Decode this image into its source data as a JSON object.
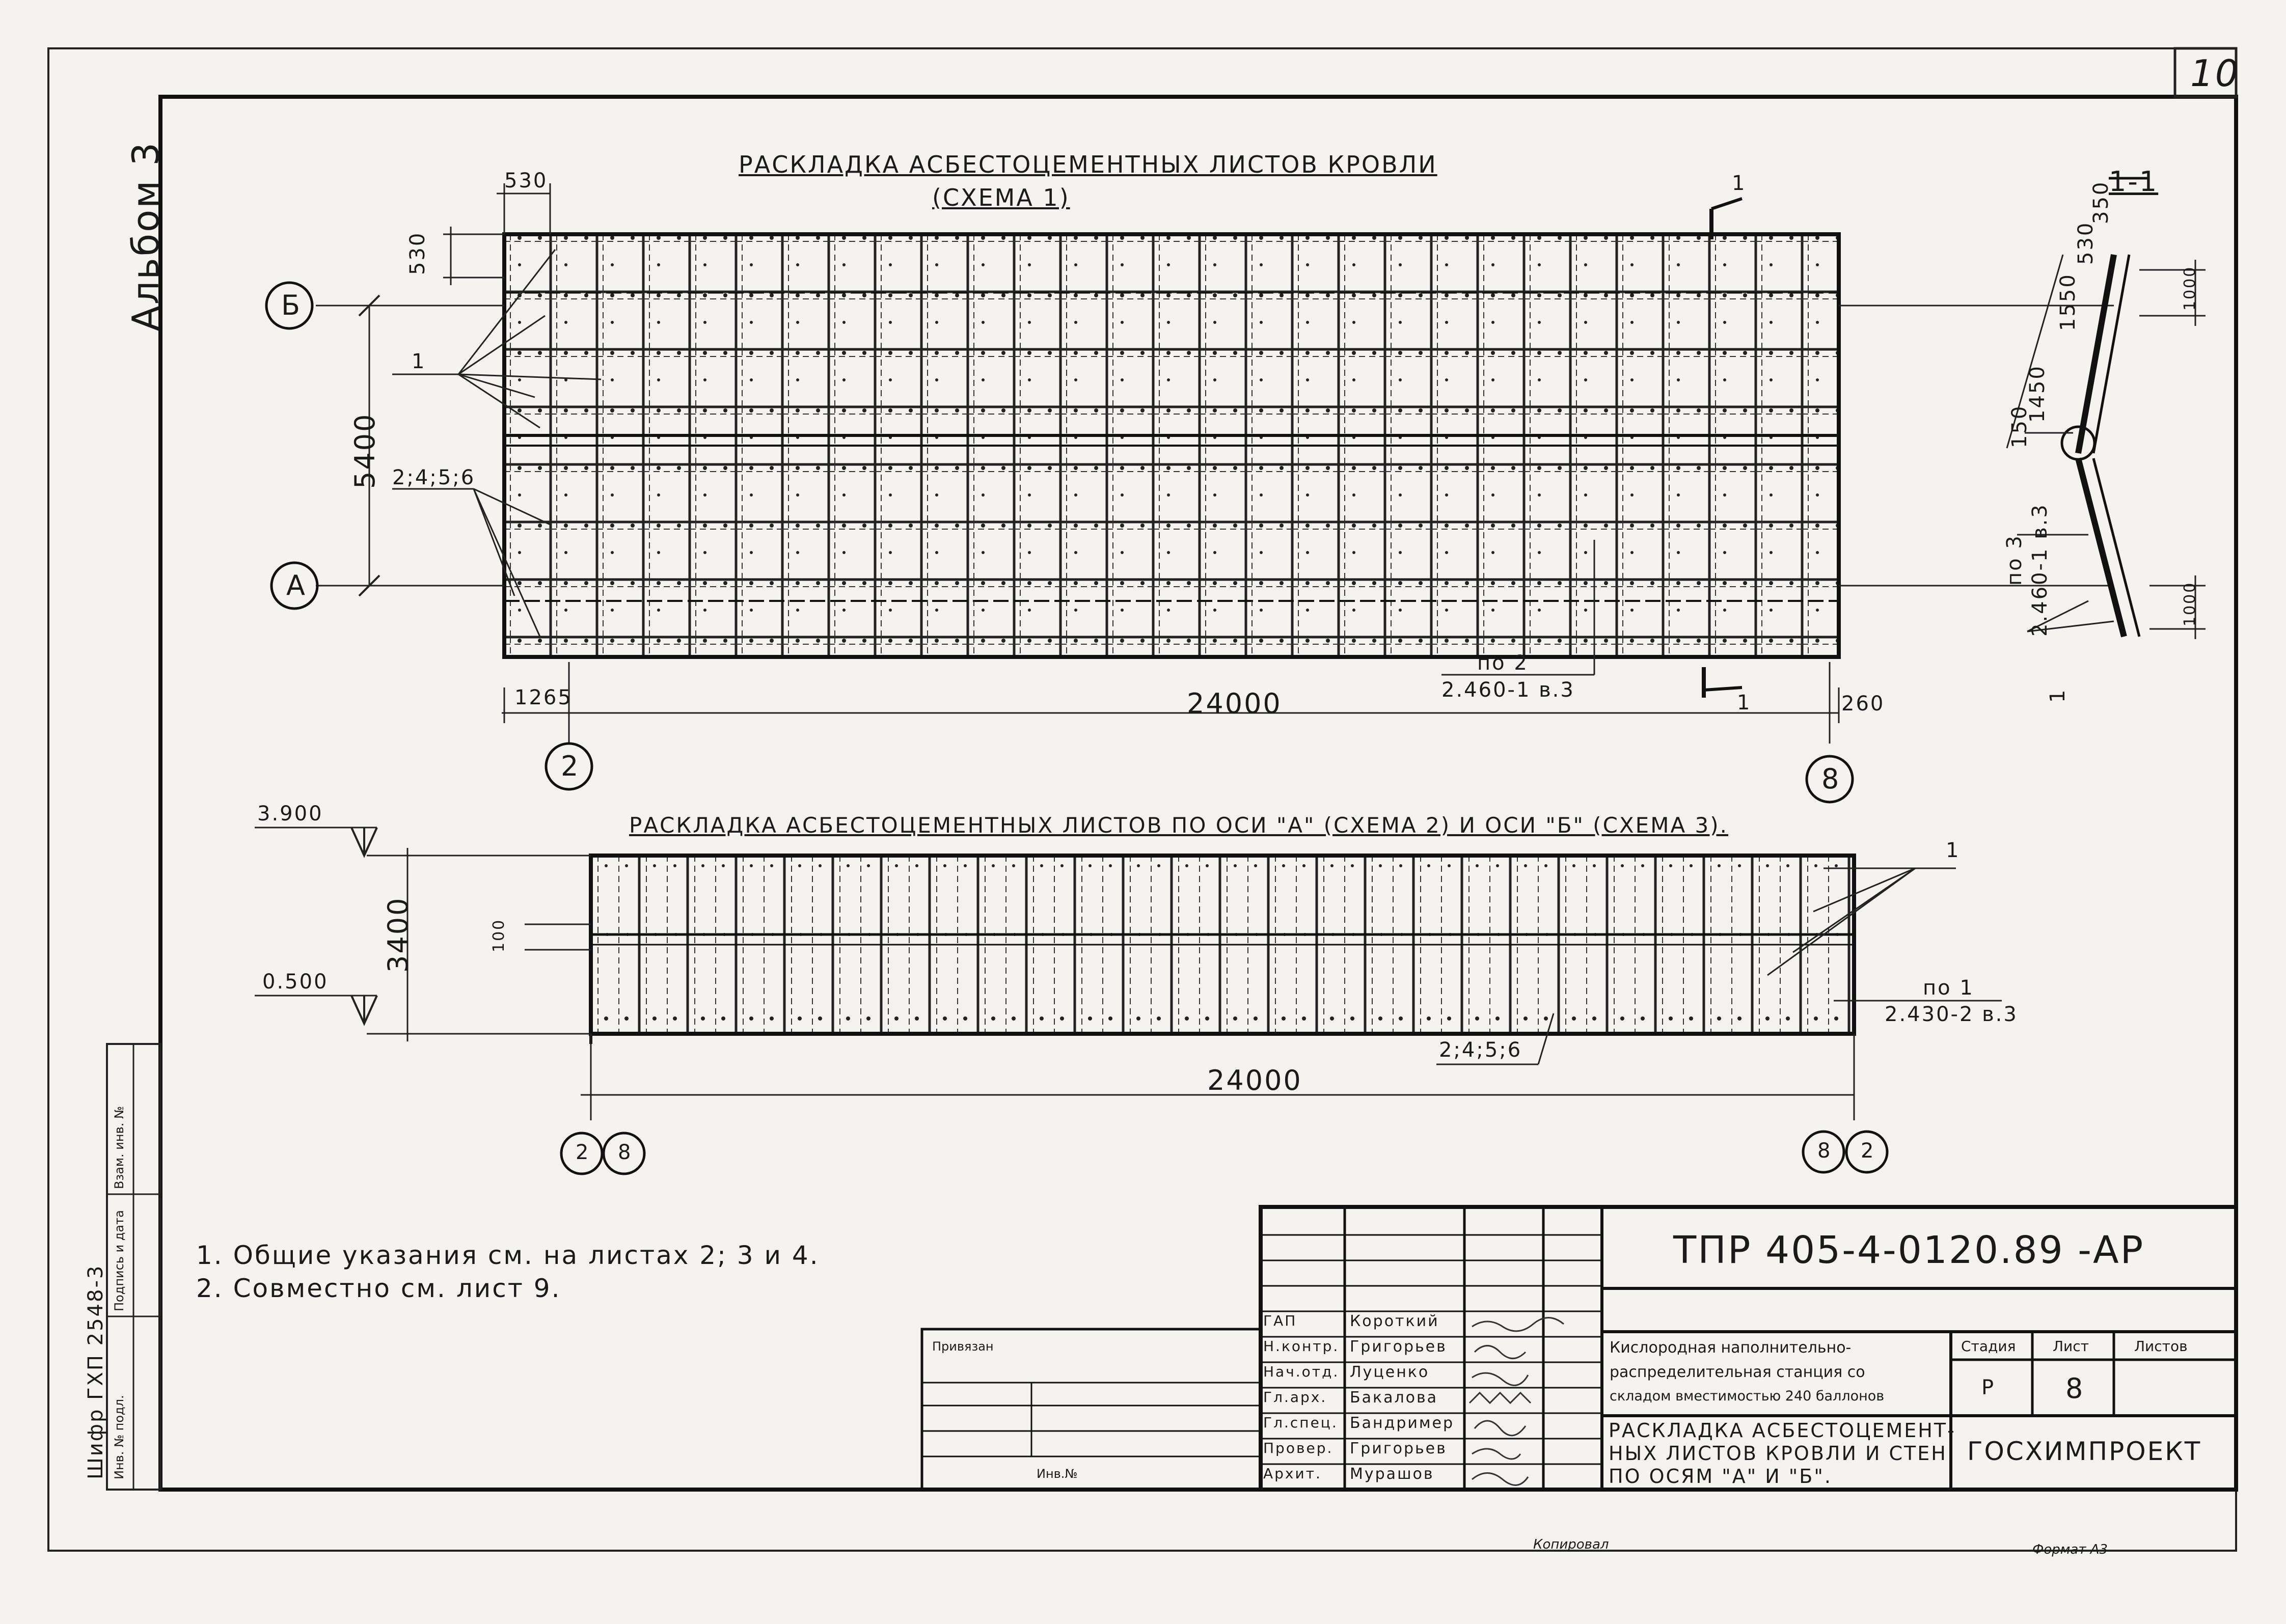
{
  "sheet_number": "10",
  "album": "Альбом 3",
  "archive": {
    "code": "Шифр ГХП 2548-3",
    "labels": [
      "Инв. № подл.",
      "Подпись и дата",
      "Взам. инв. №"
    ]
  },
  "plan": {
    "title": "Раскладка асбестоцементных листов кровли",
    "subtitle": "(СХЕМА 1)",
    "section_mark": "1",
    "dims": {
      "sheet_w": "530",
      "sheet_h": "530",
      "span": "5400",
      "length": "24000",
      "left": "1265",
      "right": "260"
    },
    "axes": {
      "top": "Б",
      "bottom": "А",
      "left": "2",
      "right": "8"
    },
    "leaders": {
      "sheets": "1",
      "fasteners": "2;4;5;6",
      "ref_num": "по 2",
      "ref_code": "2.460-1 в.3"
    }
  },
  "section": {
    "title": "1-1",
    "dims": [
      "150",
      "1450",
      "1550",
      "530",
      "350",
      "1000",
      "1000"
    ],
    "ref": {
      "num": "по 3",
      "code": "2.460-1 в.3"
    },
    "label": "1"
  },
  "wall": {
    "title": "Раскладка асбестоцементных листов по оси \"А\" (схема 2) и оси \"Б\" (схема 3).",
    "levels": [
      "3.900",
      "0.500"
    ],
    "height": "3400",
    "overlap": "100",
    "length": "24000",
    "axes_left": [
      "2",
      "8"
    ],
    "axes_right": [
      "8",
      "2"
    ],
    "leaders": {
      "sheets": "1",
      "fasteners": "2;4;5;6",
      "ref_num": "по 1",
      "ref_code": "2.430-2 в.3"
    }
  },
  "notes": [
    "1. Общие указания см. на листах 2; 3 и 4.",
    "2. Совместно см. лист 9."
  ],
  "titleblock": {
    "code": "ТПР 405-4-0120.89 -АР",
    "linked_label": "Привязан",
    "inv_label": "Инв.№",
    "roles": [
      "ГАП",
      "Н.контр.",
      "Нач.отд.",
      "Гл.арх.",
      "Гл.спец.",
      "Провер.",
      "Архит."
    ],
    "names": [
      "Короткий",
      "Григорьев",
      "Луценко",
      "Бакалова",
      "Бандример",
      "Григорьев",
      "Мурашов"
    ],
    "object": [
      "Кислородная наполнительно-",
      "распределительная станция со",
      "складом вместимостью 240 баллонов"
    ],
    "drawing": [
      "Раскладка асбестоцемент-",
      "ных листов кровли и стен",
      "по осям \"А\" и \"Б\"."
    ],
    "stage_label": "Стадия",
    "sheet_label": "Лист",
    "sheets_label": "Листов",
    "stage": "Р",
    "sheet": "8",
    "org": "ГОСХИМПРОЕКТ"
  },
  "footer": {
    "copied": "Копировал",
    "format": "Формат А3"
  }
}
